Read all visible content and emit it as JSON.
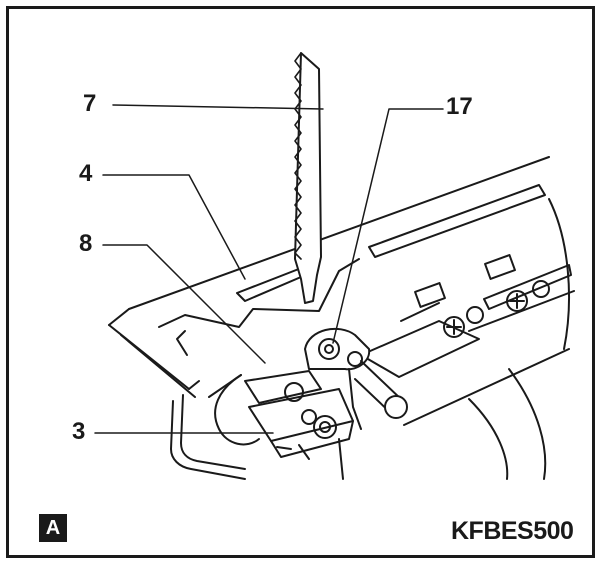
{
  "figure": {
    "badge": "A",
    "model": "KFBES500"
  },
  "callouts": [
    {
      "id": "c7",
      "label": "7"
    },
    {
      "id": "c17",
      "label": "17"
    },
    {
      "id": "c4",
      "label": "4"
    },
    {
      "id": "c8",
      "label": "8"
    },
    {
      "id": "c3",
      "label": "3"
    }
  ],
  "colors": {
    "ink": "#1a1a1a",
    "paper": "#ffffff",
    "shade": "#d9d9d9"
  }
}
